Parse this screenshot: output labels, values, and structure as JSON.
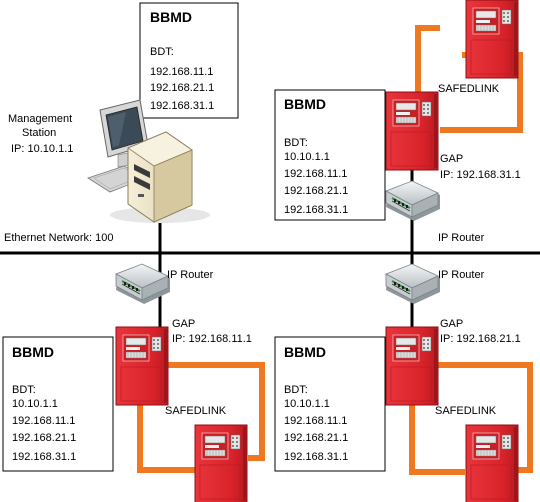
{
  "colors": {
    "network_line": "#000000",
    "safedlink_line": "#f07820",
    "panel_red": "#d8232a",
    "panel_dark_red": "#a3151b",
    "router_body": "#dfe3e6",
    "pc_beige": "#ece2c6"
  },
  "network": {
    "label": "Ethernet Network: 100"
  },
  "management_station": {
    "label_line1": "Management",
    "label_line2": "Station",
    "ip": "IP: 10.10.1.1",
    "icon": "computer-icon",
    "bbmd": {
      "title": "BBMD",
      "bdt_label": "BDT:",
      "entries": [
        "192.168.11.1",
        "192.168.21.1",
        "192.168.31.1"
      ]
    }
  },
  "site_31": {
    "bbmd": {
      "title": "BBMD",
      "bdt_label": "BDT:",
      "entries": [
        "10.10.1.1",
        "192.168.11.1",
        "192.168.21.1",
        "192.168.31.1"
      ]
    },
    "safedlink": "SAFEDLINK",
    "gap": "GAP",
    "ip": "IP: 192.168.31.1",
    "router": "IP Router"
  },
  "site_11": {
    "bbmd": {
      "title": "BBMD",
      "bdt_label": "BDT:",
      "entries": [
        "10.10.1.1",
        "192.168.11.1",
        "192.168.21.1",
        "192.168.31.1"
      ]
    },
    "safedlink": "SAFEDLINK",
    "gap": "GAP",
    "ip": "IP: 192.168.11.1",
    "router": "IP Router"
  },
  "site_21": {
    "bbmd": {
      "title": "BBMD",
      "bdt_label": "BDT:",
      "entries": [
        "10.10.1.1",
        "192.168.11.1",
        "192.168.21.1",
        "192.168.31.1"
      ]
    },
    "safedlink": "SAFEDLINK",
    "gap": "GAP",
    "ip": "IP: 192.168.21.1",
    "router": "IP Router"
  }
}
